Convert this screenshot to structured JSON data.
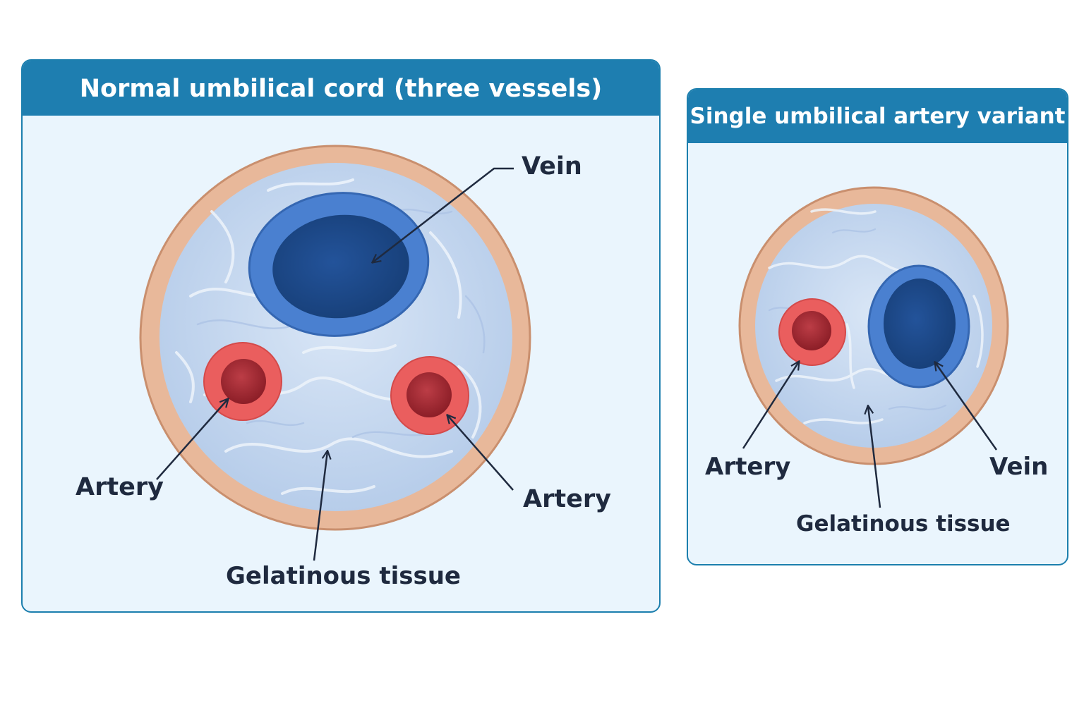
{
  "panels": {
    "normal": {
      "title": "Normal umbilical cord (three vessels)",
      "labels": {
        "vein": "Vein",
        "artery_left": "Artery",
        "artery_right": "Artery",
        "tissue": "Gelatinous tissue"
      }
    },
    "variant": {
      "title": "Single umbilical artery variant",
      "labels": {
        "artery": "Artery",
        "vein": "Vein",
        "tissue": "Gelatinous tissue"
      }
    }
  },
  "colors": {
    "header": "#1e7eb0",
    "panel_background": "#eaf5fd",
    "cord_wall": "#e8b89a",
    "jelly": "#c6d9f0",
    "vein_outer": "#4a7fcf",
    "vein_inner": "#1d4a8a",
    "artery_outer": "#ea5e5e",
    "artery_inner": "#a8262f",
    "label_text": "#1f2a3f"
  }
}
